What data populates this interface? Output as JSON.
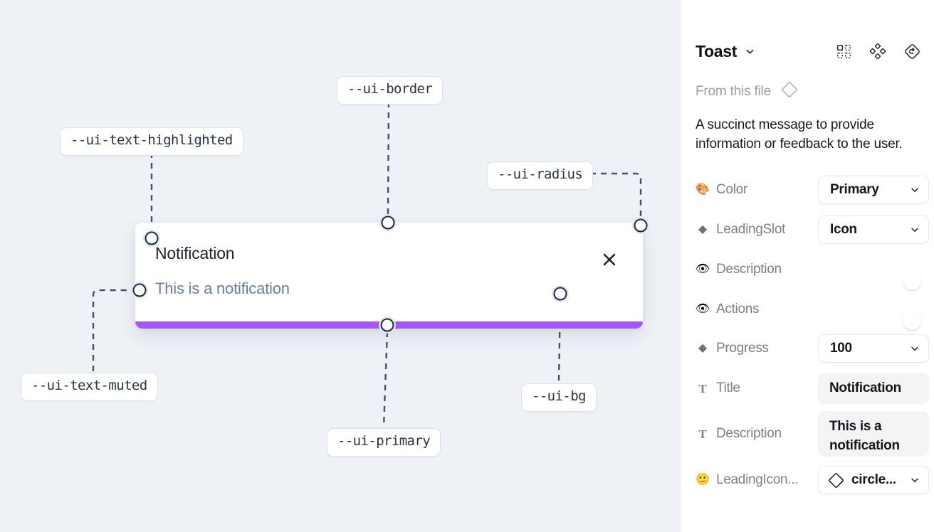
{
  "canvas": {
    "background_color": "#eef1f6",
    "toast": {
      "title": "Notification",
      "description": "This is a notification",
      "close_icon": "close-icon",
      "progress_color": "#a855f7",
      "background_color": "#ffffff"
    },
    "token_labels": [
      {
        "id": "ui-border",
        "text": "--ui-border"
      },
      {
        "id": "ui-text-highlighted",
        "text": "--ui-text-highlighted"
      },
      {
        "id": "ui-radius",
        "text": "--ui-radius"
      },
      {
        "id": "ui-text-muted",
        "text": "--ui-text-muted"
      },
      {
        "id": "ui-primary",
        "text": "--ui-primary"
      },
      {
        "id": "ui-bg",
        "text": "--ui-bg"
      }
    ]
  },
  "sidebar": {
    "title": "Toast",
    "title_caret_icon": "chevron-down-icon",
    "header_icons": [
      {
        "name": "component-set-icon"
      },
      {
        "name": "variants-diamond-icon"
      },
      {
        "name": "reset-instance-icon"
      }
    ],
    "from_this_file": {
      "label": "From this file",
      "icon": "diamond-icon"
    },
    "description": "A succinct message to provide information or feedback to the user.",
    "properties": [
      {
        "icon": "palette-emoji",
        "glyph": "🎨",
        "label": "Color",
        "control": "select",
        "value": "Primary"
      },
      {
        "icon": "diamond-filled",
        "glyph": "◆",
        "label": "LeadingSlot",
        "control": "select",
        "value": "Icon"
      },
      {
        "icon": "eye-emoji",
        "glyph": "👁",
        "label": "Description",
        "control": "toggle",
        "value": "on"
      },
      {
        "icon": "eye-emoji",
        "glyph": "👁",
        "label": "Actions",
        "control": "toggle",
        "value": "on"
      },
      {
        "icon": "diamond-filled",
        "glyph": "◆",
        "label": "Progress",
        "control": "select",
        "value": "100"
      },
      {
        "icon": "text-glyph",
        "glyph": "T",
        "label": "Title",
        "control": "text",
        "value": "Notification"
      },
      {
        "icon": "text-glyph",
        "glyph": "T",
        "label": "Description",
        "control": "text",
        "value": "This is a notification"
      },
      {
        "icon": "smiley-emoji",
        "glyph": "🙂",
        "label": "LeadingIcon...",
        "control": "select-icon",
        "value": "circle..."
      }
    ],
    "toggle_on_color": "#1d9bf0"
  }
}
